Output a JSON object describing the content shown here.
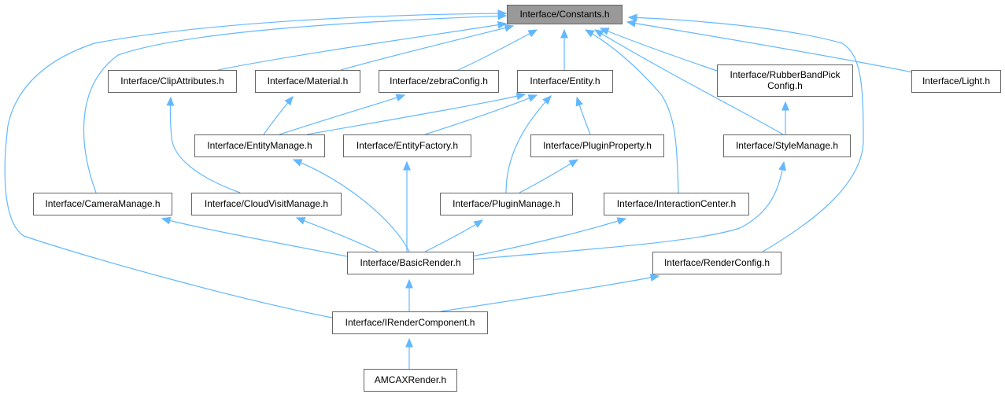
{
  "graph": {
    "nodes": [
      {
        "id": "constants",
        "label": [
          "Interface/Constants.h"
        ],
        "root": true
      },
      {
        "id": "clipattributes",
        "label": [
          "Interface/ClipAttributes.h"
        ]
      },
      {
        "id": "material",
        "label": [
          "Interface/Material.h"
        ]
      },
      {
        "id": "zebraconfig",
        "label": [
          "Interface/zebraConfig.h"
        ]
      },
      {
        "id": "entity",
        "label": [
          "Interface/Entity.h"
        ]
      },
      {
        "id": "rubberband",
        "label": [
          "Interface/RubberBandPick",
          "Config.h"
        ]
      },
      {
        "id": "light",
        "label": [
          "Interface/Light.h"
        ]
      },
      {
        "id": "entitymanage",
        "label": [
          "Interface/EntityManage.h"
        ]
      },
      {
        "id": "entityfactory",
        "label": [
          "Interface/EntityFactory.h"
        ]
      },
      {
        "id": "pluginproperty",
        "label": [
          "Interface/PluginProperty.h"
        ]
      },
      {
        "id": "stylemanage",
        "label": [
          "Interface/StyleManage.h"
        ]
      },
      {
        "id": "cameramanage",
        "label": [
          "Interface/CameraManage.h"
        ]
      },
      {
        "id": "cloudvisit",
        "label": [
          "Interface/CloudVisitManage.h"
        ]
      },
      {
        "id": "pluginmanage",
        "label": [
          "Interface/PluginManage.h"
        ]
      },
      {
        "id": "interactioncenter",
        "label": [
          "Interface/InteractionCenter.h"
        ]
      },
      {
        "id": "basicrender",
        "label": [
          "Interface/BasicRender.h"
        ]
      },
      {
        "id": "renderconfig",
        "label": [
          "Interface/RenderConfig.h"
        ]
      },
      {
        "id": "irendercomponent",
        "label": [
          "Interface/IRenderComponent.h"
        ]
      },
      {
        "id": "amcaxrender",
        "label": [
          "AMCAXRender.h"
        ]
      }
    ],
    "edges": [
      {
        "from": "clipattributes",
        "to": "constants"
      },
      {
        "from": "material",
        "to": "constants"
      },
      {
        "from": "zebraconfig",
        "to": "constants"
      },
      {
        "from": "entity",
        "to": "constants"
      },
      {
        "from": "rubberband",
        "to": "constants"
      },
      {
        "from": "light",
        "to": "constants"
      },
      {
        "from": "cameramanage",
        "to": "constants"
      },
      {
        "from": "interactioncenter",
        "to": "constants"
      },
      {
        "from": "stylemanage",
        "to": "constants"
      },
      {
        "from": "renderconfig",
        "to": "constants"
      },
      {
        "from": "irendercomponent",
        "to": "constants"
      },
      {
        "from": "entitymanage",
        "to": "material"
      },
      {
        "from": "entitymanage",
        "to": "zebraconfig"
      },
      {
        "from": "entitymanage",
        "to": "entity"
      },
      {
        "from": "entityfactory",
        "to": "entity"
      },
      {
        "from": "pluginproperty",
        "to": "entity"
      },
      {
        "from": "pluginmanage",
        "to": "entity"
      },
      {
        "from": "pluginmanage",
        "to": "pluginproperty"
      },
      {
        "from": "cloudvisit",
        "to": "clipattributes"
      },
      {
        "from": "stylemanage",
        "to": "rubberband"
      },
      {
        "from": "basicrender",
        "to": "entitymanage"
      },
      {
        "from": "basicrender",
        "to": "entityfactory"
      },
      {
        "from": "basicrender",
        "to": "cameramanage"
      },
      {
        "from": "basicrender",
        "to": "cloudvisit"
      },
      {
        "from": "basicrender",
        "to": "pluginmanage"
      },
      {
        "from": "basicrender",
        "to": "interactioncenter"
      },
      {
        "from": "basicrender",
        "to": "stylemanage"
      },
      {
        "from": "irendercomponent",
        "to": "basicrender"
      },
      {
        "from": "irendercomponent",
        "to": "renderconfig"
      },
      {
        "from": "amcaxrender",
        "to": "irendercomponent"
      }
    ]
  }
}
